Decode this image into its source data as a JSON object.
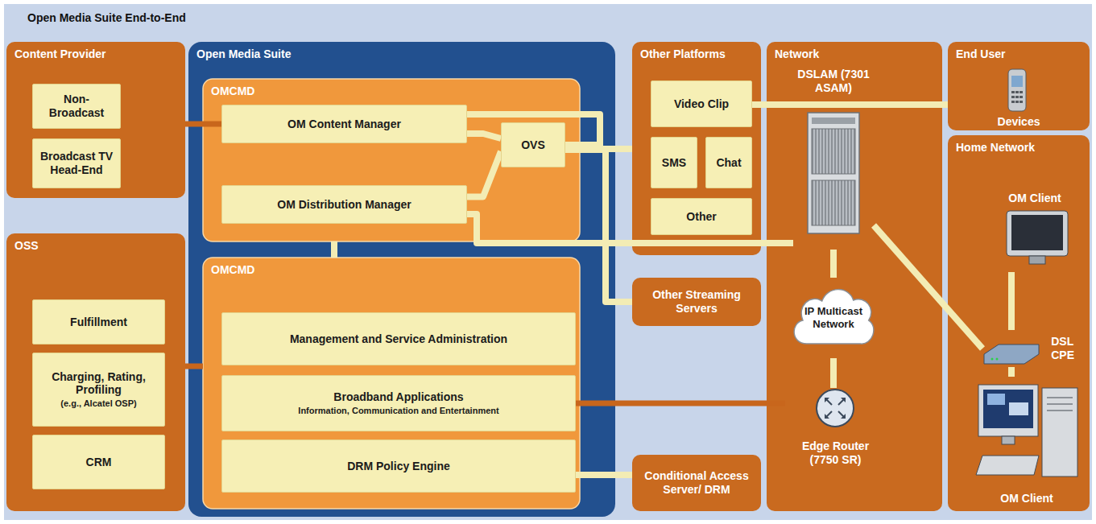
{
  "diagram": {
    "title": "Open Media Suite End-to-End",
    "nodes": [
      {
        "text": [
          "Content Provider"
        ]
      },
      {
        "text": [
          "Non-Broadcast"
        ],
        "in": 0
      },
      {
        "text": [
          "Broadcast TV Head-End"
        ],
        "in": 0
      },
      {
        "text": [
          "Open Media Suite"
        ]
      },
      {
        "text": [
          "OMCMD"
        ],
        "in": 3
      },
      {
        "text": [
          "OM Content Manager"
        ],
        "in": 4
      },
      {
        "text": [
          "OVS"
        ],
        "in": 4
      },
      {
        "text": [
          "OM Distribution Manager"
        ],
        "in": 4
      },
      {
        "text": [
          "OMCMD"
        ],
        "in": 3
      },
      {
        "text": [
          "Management and Service Administration"
        ],
        "in": 8
      },
      {
        "text": [
          "Broadband Applications",
          "Information, Communication and Entertainment"
        ],
        "in": 8
      },
      {
        "text": [
          "DRM Policy Engine"
        ],
        "in": 8
      },
      {
        "text": [
          "OSS"
        ]
      },
      {
        "text": [
          "Fulfillment"
        ],
        "in": 12
      },
      {
        "text": [
          "Charging, Rating, Profiling",
          "(e.g., Alcatel OSP)"
        ],
        "in": 12
      },
      {
        "text": [
          "CRM"
        ],
        "in": 12
      },
      {
        "text": [
          "Other Platforms"
        ]
      },
      {
        "text": [
          "Video Clip"
        ],
        "in": 16
      },
      {
        "text": [
          "SMS"
        ],
        "in": 16
      },
      {
        "text": [
          "Chat"
        ],
        "in": 16
      },
      {
        "text": [
          "Other"
        ],
        "in": 16
      },
      {
        "text": [
          "Other Streaming Servers"
        ]
      },
      {
        "text": [
          "Conditional Access Server/ DRM"
        ]
      },
      {
        "text": [
          "Network"
        ]
      },
      {
        "text": [
          "DSLAM (7301 ASAM)"
        ],
        "in": 23
      },
      {
        "text": [
          "IP Multicast Network"
        ],
        "in": 23
      },
      {
        "text": [
          "Edge Router (7750 SR)"
        ],
        "in": 23
      },
      {
        "text": [
          "End User"
        ]
      },
      {
        "text": [
          "Devices"
        ],
        "in": 27
      },
      {
        "text": [
          "Home Network"
        ]
      },
      {
        "text": [
          "OM Client"
        ],
        "in": 29
      },
      {
        "text": [
          "DSL CPE"
        ],
        "in": 29
      },
      {
        "text": [
          "OM Client"
        ],
        "in": 29
      }
    ],
    "edges": [
      {
        "from": 0,
        "to": 5,
        "arrow": "none"
      },
      {
        "from": 5,
        "to": 6,
        "arrow": "none"
      },
      {
        "from": 7,
        "to": 6,
        "arrow": "none"
      },
      {
        "from": 5,
        "to": 16,
        "arrow": "none"
      },
      {
        "from": 6,
        "to": 16,
        "arrow": "none"
      },
      {
        "from": 6,
        "to": 21,
        "arrow": "none"
      },
      {
        "from": 7,
        "to": 24,
        "arrow": "none"
      },
      {
        "from": 17,
        "to": 27,
        "arrow": "none"
      },
      {
        "from": 4,
        "to": 8,
        "arrow": "none"
      },
      {
        "from": 12,
        "to": 8,
        "arrow": "none"
      },
      {
        "from": 10,
        "to": 26,
        "arrow": "none"
      },
      {
        "from": 11,
        "to": 22,
        "arrow": "none"
      },
      {
        "from": 24,
        "to": 25,
        "arrow": "none"
      },
      {
        "from": 25,
        "to": 26,
        "arrow": "none"
      },
      {
        "from": 24,
        "to": 31,
        "arrow": "none"
      },
      {
        "from": 31,
        "to": 30,
        "arrow": "none"
      },
      {
        "from": 31,
        "to": 32,
        "arrow": "none"
      }
    ]
  }
}
